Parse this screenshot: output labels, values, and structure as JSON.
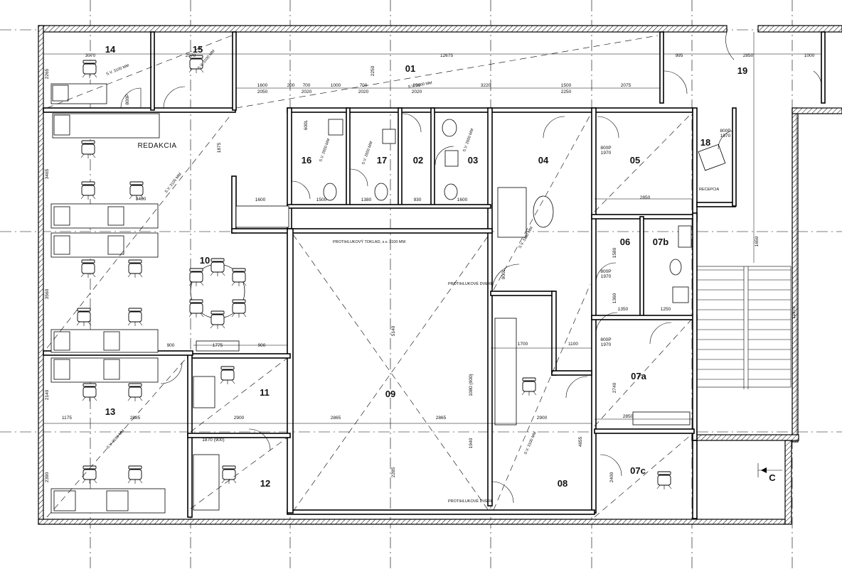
{
  "rooms": [
    {
      "id": "01",
      "label": "01"
    },
    {
      "id": "02",
      "label": "02"
    },
    {
      "id": "03",
      "label": "03"
    },
    {
      "id": "04",
      "label": "04"
    },
    {
      "id": "05",
      "label": "05"
    },
    {
      "id": "06",
      "label": "06"
    },
    {
      "id": "07a",
      "label": "07a"
    },
    {
      "id": "07b",
      "label": "07b"
    },
    {
      "id": "07c",
      "label": "07c"
    },
    {
      "id": "08",
      "label": "08"
    },
    {
      "id": "09",
      "label": "09"
    },
    {
      "id": "10",
      "label": "10"
    },
    {
      "id": "11",
      "label": "11"
    },
    {
      "id": "12",
      "label": "12"
    },
    {
      "id": "13",
      "label": "13"
    },
    {
      "id": "14",
      "label": "14"
    },
    {
      "id": "15",
      "label": "15"
    },
    {
      "id": "16",
      "label": "16"
    },
    {
      "id": "17",
      "label": "17"
    },
    {
      "id": "18",
      "label": "18"
    },
    {
      "id": "19",
      "label": "19"
    }
  ],
  "labels": {
    "redakcia": "REDAKCIA",
    "recepcia": "RECEPCIA",
    "protihlukovy_toklad": "PROTIHLUKOVÝ TOKLAD, s.v. 3100 MM",
    "protihlukove_dvere_1": "PROTIHLUKOVÉ DVERE",
    "protihlukove_dvere_2": "PROTIHLUKOVÉ DVERE",
    "section_mark": "C",
    "sv_3100": "S.V. 3100 MM",
    "sv_3100_b": "S.V. 3100 MM",
    "sv_3100_c": "S.V. 3100 MM",
    "sv_3100_d": "S.V. 3100 MM",
    "sv_3100_e": "S.V. 3100 MM",
    "sv_3100_f": "S.V. 3100 MM",
    "sv_3100_g": "S.V. 3100 MM",
    "sv_2650": "S.V. 2650 MM",
    "sv_2650_b": "S.V. 2650 MM",
    "sv_2650_c": "S.V. 2650 MM"
  },
  "dimensions": {
    "d12675": "12675",
    "d3070": "3070",
    "d2570": "2570",
    "d2250": "2250",
    "d1600": "1600",
    "d2050": "2050",
    "d200": "200",
    "d700": "700",
    "d2020a": "2020",
    "d1000": "1000",
    "d700b": "700",
    "d2020b": "2020",
    "d890": "890",
    "d2020c": "2020",
    "d3220": "3220",
    "d1500": "1500",
    "d2250b": "2250",
    "d2075": "2075",
    "d995": "995",
    "d2850": "2850",
    "d1000b": "1000",
    "d1970": "1970",
    "d2900": "2900",
    "d2850b": "2850",
    "d1175": "1175",
    "d2885": "2885",
    "d2900b": "2900",
    "d2865a": "2865",
    "d2865b": "2865",
    "d2900c": "2900",
    "d1700": "1700",
    "d1100": "1100",
    "d1775": "1775",
    "d900": "900",
    "d900b": "900",
    "d3465": "3465",
    "d3560": "3560",
    "d2140": "2140",
    "d2390": "2390",
    "d3460": "3460",
    "d5140": "5140",
    "d11975": "11975",
    "d1650": "1650",
    "d1870": "1870 (900)",
    "d1080": "1080 (900)",
    "d2740": "2740",
    "d2400": "2400",
    "d1350": "1350",
    "d1250": "1250",
    "d800p": "800P",
    "d1970b": "1970",
    "d600l": "600L",
    "d1970c": "1970",
    "d900l": "900L",
    "d1970d": "1970",
    "d2265": "2265",
    "d1580": "1580",
    "d1360": "1360",
    "d1875": "1875",
    "d2285": "2285",
    "d1940": "1940",
    "d4655": "4655",
    "d1380": "1380",
    "d930": "930",
    "d1600b": "1600",
    "d1500b": "1500"
  }
}
